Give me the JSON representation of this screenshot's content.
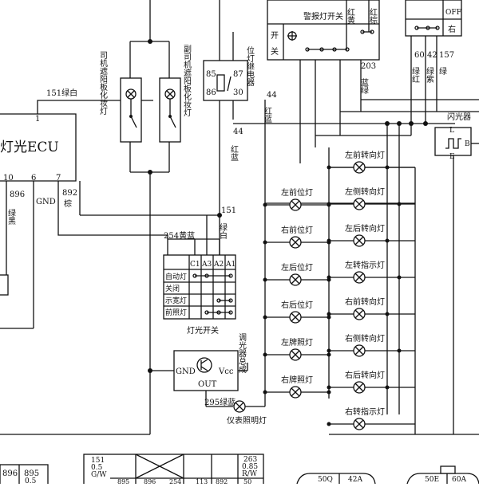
{
  "ecu": {
    "title": "灯光ECU",
    "pin_1": "1",
    "pin_10": "10",
    "pin_6": "6",
    "pin_7": "7",
    "wire_896": "896",
    "wire_896_color": "绿黑",
    "gnd_label": "GND",
    "wire_892": "892",
    "wire_892_color": "棕"
  },
  "wires": {
    "w151_top": "151绿白",
    "w254": "254黄蓝",
    "w151_mid_num": "151",
    "w151_mid_color": "绿白",
    "w44_left_num": "44",
    "w44_left_color": "红蓝",
    "w44_right_num": "44",
    "w44_right_color": "红蓝",
    "w203_num": "203",
    "w203_color": "蓝绿",
    "w60_num": "60",
    "w60_color": "绿红",
    "w42_num": "42",
    "w42_color": "绿紫",
    "w157_num": "157",
    "w157_color": "绿",
    "w295": "295绿蓝"
  },
  "visors": {
    "driver": "司机遮阳板化妆灯",
    "passenger": "副司机遮阳板化妆灯"
  },
  "relay": {
    "name": "位灯继电器",
    "p85": "85",
    "p86": "86",
    "p87": "87",
    "p30": "30"
  },
  "hazard": {
    "title": "警报灯开关",
    "on_label": "开",
    "off_label": "关",
    "wire_red_yellow": "红黄",
    "wire_red_brown": "红棕",
    "right_off": "OFF",
    "right_label": "右"
  },
  "flasher": {
    "name": "闪光器",
    "pin_l": "L",
    "pin_b": "B",
    "pin_e": "E"
  },
  "lamps_left": [
    "左前位灯",
    "右前位灯",
    "左后位灯",
    "右后位灯",
    "左牌照灯",
    "右牌照灯"
  ],
  "lamps_right": [
    "左前转向灯",
    "左侧转向灯",
    "左后转向灯",
    "左转指示灯",
    "右前转向灯",
    "右侧转向灯",
    "右后转向灯",
    "右转指示灯"
  ],
  "light_switch": {
    "title": "灯光开关",
    "cols": [
      "C1",
      "A3",
      "A2",
      "A1"
    ],
    "rows": [
      "自动灯",
      "关闭",
      "示宽灯",
      "前照灯"
    ]
  },
  "dimmer": {
    "title": "调光器总成",
    "gnd": "GND",
    "vcc": "Vcc",
    "out": "OUT"
  },
  "dash_lamp": "仪表照明灯",
  "connectors_bottom": {
    "left_a": "896",
    "left_b": "895",
    "left_c": "0.5",
    "mid_151": "151",
    "mid_05": "0.5",
    "mid_gw": "G/W",
    "mid_895": "895",
    "mid_896": "896",
    "mid_254": "254",
    "mid_113": "113",
    "mid_892": "892",
    "mid_50": "50",
    "r263": "263",
    "r085": "0.85",
    "rRW": "R/W",
    "c50Q": "50Q",
    "c42A": "42A",
    "c50E": "50E",
    "c60A": "60A"
  }
}
